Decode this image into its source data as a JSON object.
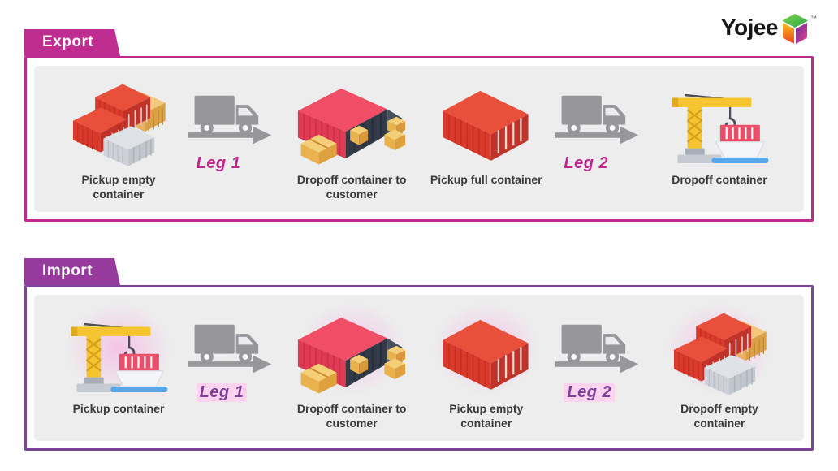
{
  "logo": {
    "name": "Yojee",
    "tm": "™"
  },
  "export": {
    "tab": "Export",
    "steps": {
      "s1": "Pickup empty container",
      "leg1": "Leg 1",
      "s2": "Dropoff container to customer",
      "s3": "Pickup full container",
      "leg2": "Leg 2",
      "s4": "Dropoff container"
    }
  },
  "import": {
    "tab": "Import",
    "steps": {
      "s1": "Pickup container",
      "leg1": "Leg 1",
      "s2": "Dropoff container to customer",
      "s3": "Pickup empty container",
      "leg2": "Leg 2",
      "s4": "Dropoff empty container"
    }
  },
  "icons": {
    "export_sequence": [
      "stacked-containers-icon",
      "truck-arrow-icon",
      "open-container-boxes-icon",
      "closed-container-icon",
      "truck-arrow-icon",
      "crane-ship-icon"
    ],
    "import_sequence": [
      "crane-ship-icon",
      "truck-arrow-icon",
      "open-container-boxes-icon",
      "closed-container-icon",
      "truck-arrow-icon",
      "stacked-containers-icon"
    ]
  },
  "colors": {
    "export_accent": "#bf2d90",
    "export_leg_text": "#c0268f",
    "import_tab": "#963a9e",
    "import_border": "#7b4597",
    "import_leg_text": "#7d3f98",
    "import_leg_highlight": "#fbd3ef",
    "panel_background": "#ededed",
    "truck_gray": "#97969b",
    "label_text": "#3b3b3b"
  }
}
